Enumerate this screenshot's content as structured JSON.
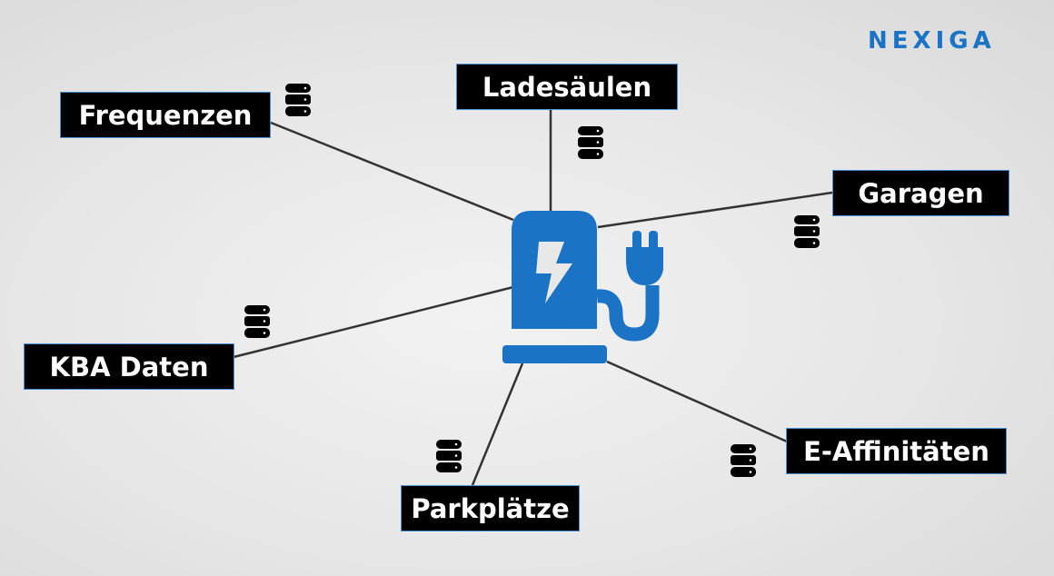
{
  "brand": {
    "logo": "NEXIGA",
    "accent": "#1a73c4"
  },
  "center": {
    "icon": "ev-charging-station-icon"
  },
  "nodes": [
    {
      "label": "Frequenzen",
      "icon": "database-icon"
    },
    {
      "label": "Ladesäulen",
      "icon": "database-icon"
    },
    {
      "label": "Garagen",
      "icon": "database-icon"
    },
    {
      "label": "KBA Daten",
      "icon": "database-icon"
    },
    {
      "label": "Parkplätze",
      "icon": "database-icon"
    },
    {
      "label": "E-Affinitäten",
      "icon": "database-icon"
    }
  ]
}
